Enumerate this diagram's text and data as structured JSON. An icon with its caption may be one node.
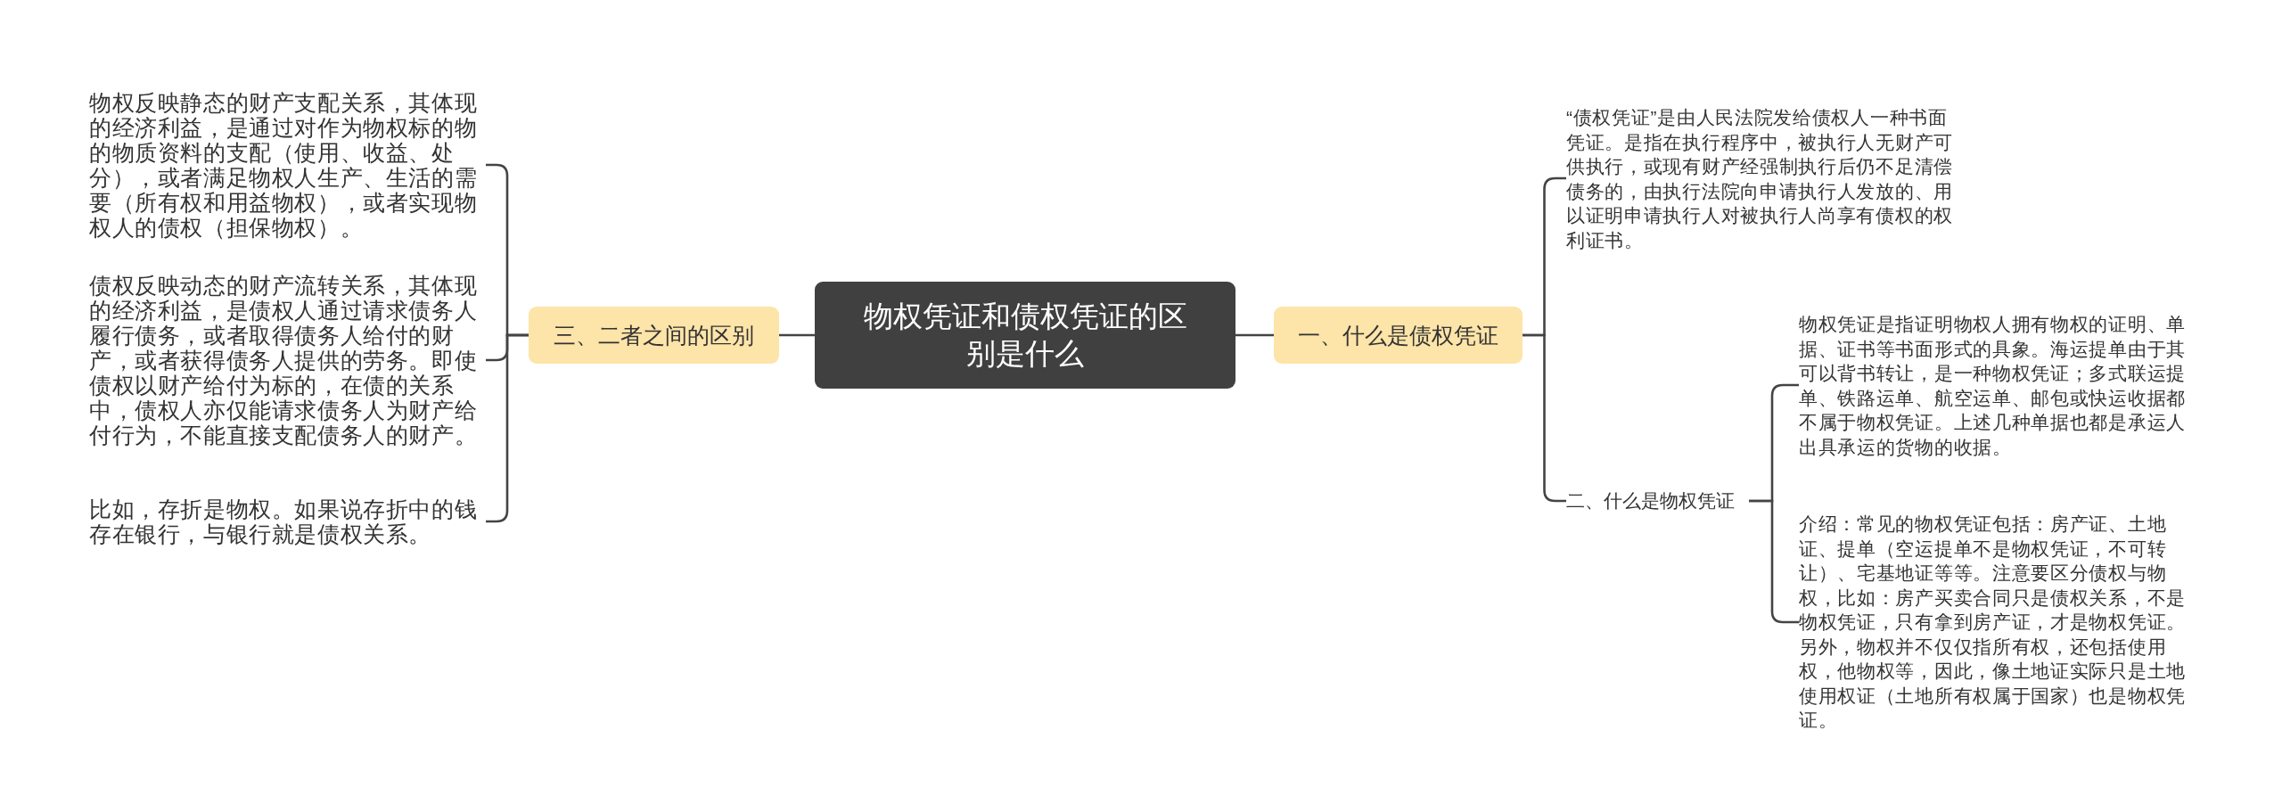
{
  "diagram": {
    "nodes": [
      {
        "text": [
          "物权凭证和债权凭证的区别是什么"
        ]
      },
      {
        "text": [
          "一、什么是债权凭证"
        ]
      },
      {
        "text": [
          "“债权凭证”是由人民法院发给债权人一种书面凭证。是指在执行程序中，被执行人无财产可供执行，或现有财产经强制执行后仍不足清偿债务的，由执行法院向申请执行人发放的、用以证明申请执行人对被执行人尚享有债权的权利证书。"
        ]
      },
      {
        "text": [
          "二、什么是物权凭证"
        ]
      },
      {
        "text": [
          "物权凭证是指证明物权人拥有物权的证明、单据、证书等书面形式的具象。海运提单由于其可以背书转让，是一种物权凭证；多式联运提单、铁路运单、航空运单、邮包或快运收据都不属于物权凭证。上述几种单据也都是承运人出具承运的货物的收据。"
        ]
      },
      {
        "text": [
          "介绍：常见的物权凭证包括：房产证、土地证、提单（空运提单不是物权凭证，不可转让）、宅基地证等等。注意要区分债权与物权，比如：房产买卖合同只是债权关系，不是物权凭证，只有拿到房产证，才是物权凭证。另外，物权并不仅仅指所有权，还包括使用权，他物权等，因此，像土地证实际只是土地使用权证（土地所有权属于国家）也是物权凭证。"
        ]
      },
      {
        "text": [
          "三、二者之间的区别"
        ]
      },
      {
        "text": [
          "物权反映静态的财产支配关系，其体现的经济利益，是通过对作为物权标的物的物质资料的支配（使用、收益、处分），或者满足物权人生产、生活的需要（所有权和用益物权），或者实现物权人的债权（担保物权）。"
        ]
      },
      {
        "text": [
          "债权反映动态的财产流转关系，其体现的经济利益，是债权人通过请求债务人履行债务，或者取得债务人给付的财产，或者获得债务人提供的劳务。即使债权以财产给付为标的，在债的关系中，债权人亦仅能请求债务人为财产给付行为，不能直接支配债务人的财产。"
        ]
      },
      {
        "text": [
          "比如，存折是物权。如果说存折中的钱存在银行，与银行就是债权关系。"
        ]
      }
    ],
    "edges": [
      {
        "from": 0,
        "to": 1,
        "arrow": "none"
      },
      {
        "from": 1,
        "to": 2,
        "arrow": "none"
      },
      {
        "from": 1,
        "to": 3,
        "arrow": "none"
      },
      {
        "from": 3,
        "to": 4,
        "arrow": "none"
      },
      {
        "from": 3,
        "to": 5,
        "arrow": "none"
      },
      {
        "from": 0,
        "to": 6,
        "arrow": "none"
      },
      {
        "from": 6,
        "to": 7,
        "arrow": "none"
      },
      {
        "from": 6,
        "to": 8,
        "arrow": "none"
      },
      {
        "from": 6,
        "to": 9,
        "arrow": "none"
      }
    ]
  }
}
